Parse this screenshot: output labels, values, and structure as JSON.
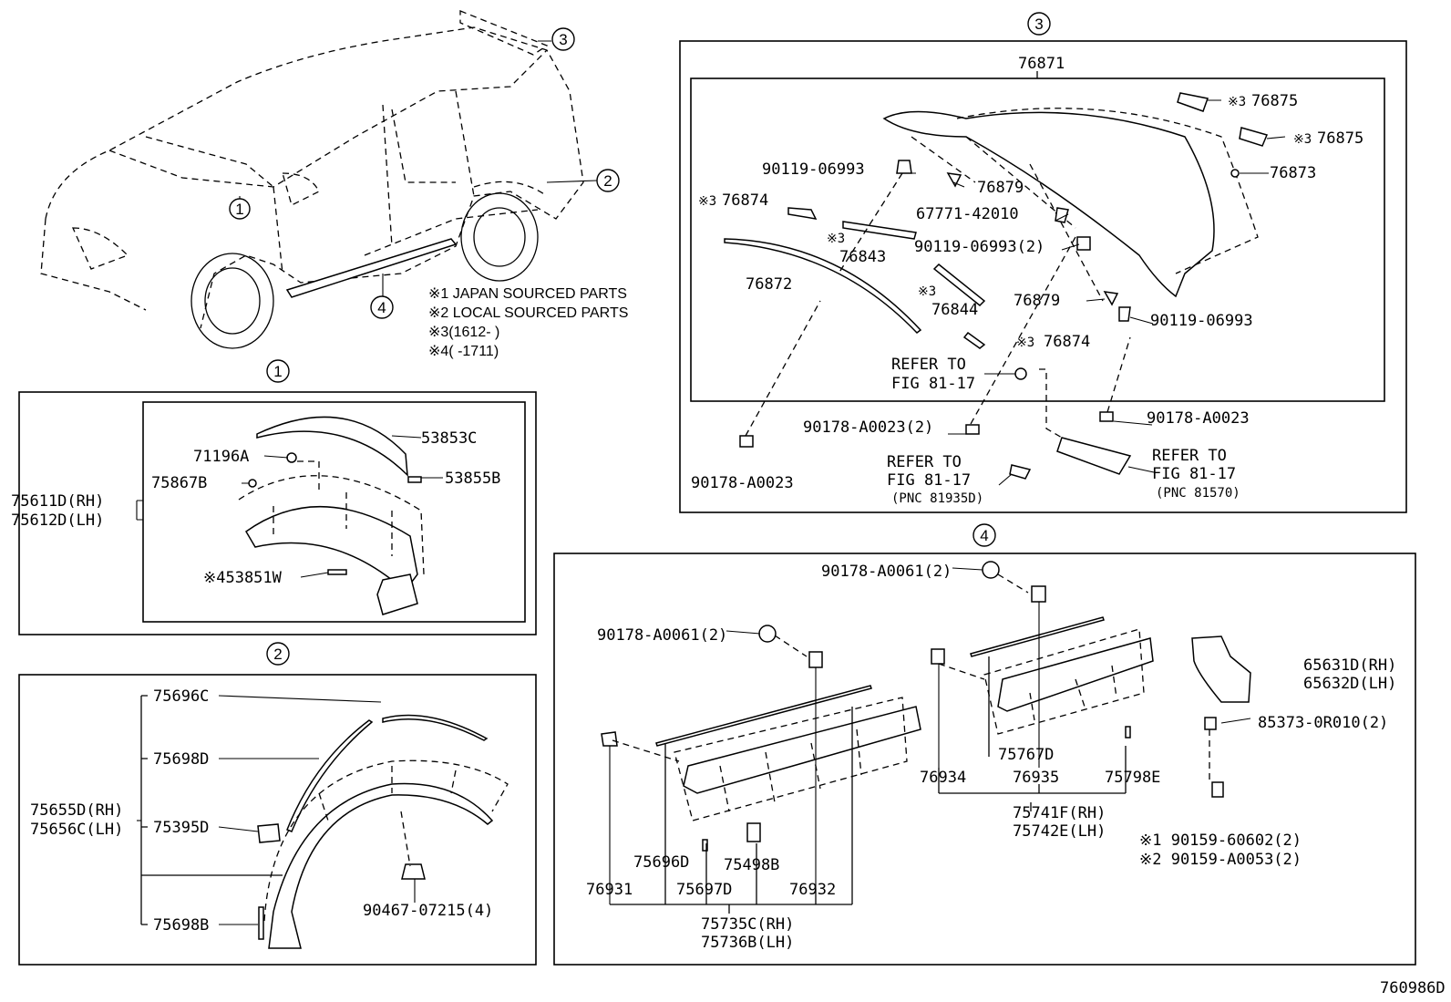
{
  "diagram_id": "760986D",
  "notes": [
    "※1 JAPAN SOURCED PARTS",
    "※2 LOCAL SOURCED PARTS",
    "※3(1612-      )",
    "※4(      -1711)"
  ],
  "callouts": [
    "1",
    "2",
    "3",
    "4"
  ],
  "group1": {
    "assembly": [
      "75611D(RH)",
      "75612D(LH)"
    ],
    "parts": [
      "71196A",
      "75867B",
      "53853C",
      "53855B",
      "※453851W"
    ]
  },
  "group2": {
    "assembly": [
      "75655D(RH)",
      "75656C(LH)"
    ],
    "parts": [
      "75696C",
      "75698D",
      "75395D",
      "75698B",
      "90467-07215(4)"
    ]
  },
  "group3": {
    "assembly": "76871",
    "parts": {
      "p76875a": "76875",
      "p76875b": "76875",
      "mark3": "※3",
      "p90119a": "90119-06993",
      "p76879a": "76879",
      "p76873": "76873",
      "p76874a": "76874",
      "p67771": "67771-42010",
      "p76843": "76843",
      "p90119b": "90119-06993(2)",
      "p76872": "76872",
      "p76844": "76844",
      "p76879b": "76879",
      "p90119c": "90119-06993",
      "p76874b": "76874",
      "refer1": "REFER TO",
      "fig1": "FIG 81-17",
      "p90178a": "90178-A0023(2)",
      "p90178b": "90178-A0023",
      "p90178c": "90178-A0023",
      "refer2": "REFER TO",
      "fig2": "FIG 81-17",
      "pnc2": "(PNC 81935D)",
      "refer3": "REFER TO",
      "fig3": "FIG 81-17",
      "pnc3": "(PNC 81570)"
    }
  },
  "group4": {
    "parts": {
      "p90178a": "90178-A0061(2)",
      "p90178b": "90178-A0061(2)",
      "p65631": "65631D(RH)",
      "p65632": "65632D(LH)",
      "p85373": "85373-0R010(2)",
      "p75767": "75767D",
      "p76934": "76934",
      "p76935": "76935",
      "p75798": "75798E",
      "p75741": "75741F(RH)",
      "p75742": "75742E(LH)",
      "p90159a": "※1 90159-60602(2)",
      "p90159b": "※2 90159-A0053(2)",
      "p75696d": "75696D",
      "p75498": "75498B",
      "p76931": "76931",
      "p75697": "75697D",
      "p76932": "76932",
      "p75735": "75735C(RH)",
      "p75736": "75736B(LH)"
    }
  }
}
